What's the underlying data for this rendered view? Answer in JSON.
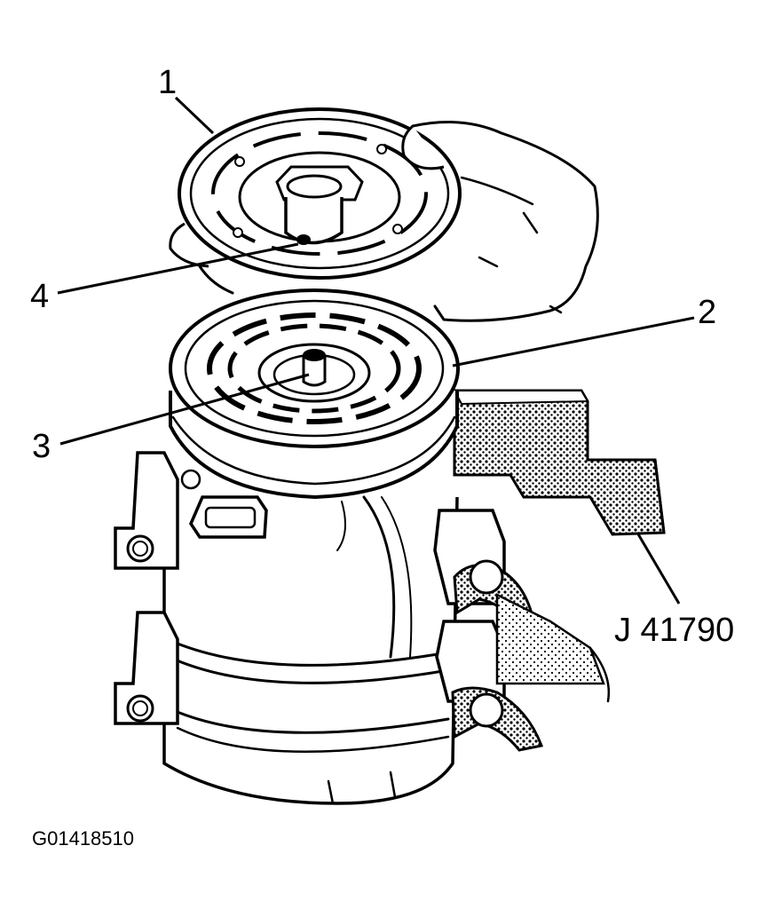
{
  "callouts": {
    "c1": "1",
    "c2": "2",
    "c3": "3",
    "c4": "4"
  },
  "tool_label": "J 41790",
  "figure_id": "G01418510"
}
